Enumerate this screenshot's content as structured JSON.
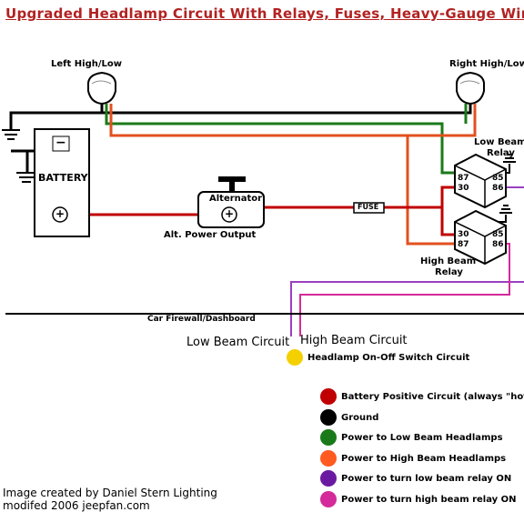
{
  "title": "Upgraded Headlamp Circuit With Relays, Fuses, Heavy-Gauge Wire",
  "headlamps": {
    "left": "Left High/Low",
    "right": "Right High/Low"
  },
  "battery": {
    "label": "BATTERY",
    "neg": "−",
    "pos": "+"
  },
  "alternator": {
    "label": "Alternator",
    "pos": "+",
    "output_label": "Alt. Power Output"
  },
  "fuse_label": "FUSE",
  "low_relay": {
    "label_line1": "Low Beam",
    "label_line2": "Relay",
    "pins": [
      "87",
      "30",
      "85",
      "86"
    ]
  },
  "high_relay": {
    "label_line1": "High Beam",
    "label_line2": "Relay",
    "pins": [
      "30",
      "87",
      "85",
      "86"
    ]
  },
  "firewall_label": "Car Firewall/Dashboard",
  "circuit_labels": {
    "low": "Low Beam Circuit",
    "high": "High Beam Circuit"
  },
  "switch": {
    "label": "Headlamp On-Off Switch Circuit",
    "color": "#f5d000"
  },
  "legend": [
    {
      "label": "Battery Positive Circuit (always \"hot\")",
      "color": "#c00000"
    },
    {
      "label": "Ground",
      "color": "#000000"
    },
    {
      "label": "Power to Low Beam Headlamps",
      "color": "#1a7a1a"
    },
    {
      "label": "Power to High Beam Headlamps",
      "color": "#ff5a1f"
    },
    {
      "label": "Power to turn low beam relay ON",
      "color": "#6a1aa0"
    },
    {
      "label": "Power to turn high beam relay ON",
      "color": "#d42a9a"
    }
  ],
  "credit": {
    "line1": "Image created by Daniel Stern Lighting",
    "line2": "modifed 2006 jeepfan.com"
  },
  "colors": {
    "battery_positive": "#c00000",
    "ground": "#000000",
    "low_beam": "#1a7a1a",
    "high_beam": "#e2501f",
    "low_relay_trigger": "#9a3fc0",
    "high_relay_trigger": "#d42a9a"
  }
}
